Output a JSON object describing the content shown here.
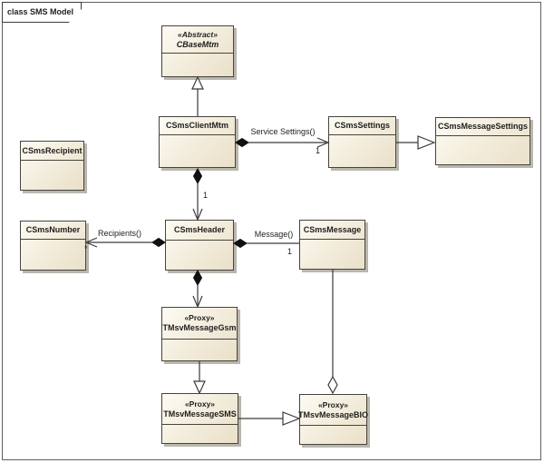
{
  "diagram": {
    "title": "class SMS Model",
    "type": "uml-class-diagram"
  },
  "colors": {
    "box_fill_light": "#fdfbf3",
    "box_fill_dark": "#eae0c9",
    "box_border": "#45443e",
    "box_shadow": "#b9b7ae",
    "connector_line": "#3a3a38",
    "frame_border": "#5f5f5f",
    "background": "#ffffff"
  },
  "classes": [
    {
      "name": "CBaseMtm",
      "stereotype": "«Abstract»"
    },
    {
      "name": "CSmsClientMtm"
    },
    {
      "name": "CSmsSettings"
    },
    {
      "name": "CSmsMessageSettings"
    },
    {
      "name": "CSmsRecipient"
    },
    {
      "name": "CSmsNumber"
    },
    {
      "name": "CSmsHeader"
    },
    {
      "name": "CSmsMessage"
    },
    {
      "name": "TMsvMessageGsm",
      "stereotype": "«Proxy»"
    },
    {
      "name": "TMsvMessageSMS",
      "stereotype": "«Proxy»"
    },
    {
      "name": "TMsvMessageBIO",
      "stereotype": "«Proxy»"
    }
  ],
  "relationships": [
    {
      "from": "CSmsClientMtm",
      "to": "CBaseMtm",
      "type": "generalization"
    },
    {
      "from": "CSmsClientMtm",
      "to": "CSmsSettings",
      "type": "composition",
      "label": "Service Settings()",
      "target_multiplicity": "1"
    },
    {
      "from": "CSmsSettings",
      "to": "CSmsMessageSettings",
      "type": "generalization"
    },
    {
      "from": "CSmsClientMtm",
      "to": "CSmsHeader",
      "type": "composition",
      "target_multiplicity": "1"
    },
    {
      "from": "CSmsHeader",
      "to": "CSmsNumber",
      "type": "composition",
      "label": "Recipients()",
      "target_multiplicity": "*"
    },
    {
      "from": "CSmsHeader",
      "to": "CSmsMessage",
      "type": "composition",
      "label": "Message()",
      "target_multiplicity": "1"
    },
    {
      "from": "CSmsHeader",
      "to": "TMsvMessageGsm",
      "type": "composition"
    },
    {
      "from": "TMsvMessageGsm",
      "to": "TMsvMessageSMS",
      "type": "generalization"
    },
    {
      "from": "TMsvMessageSMS",
      "to": "TMsvMessageBIO",
      "type": "generalization"
    },
    {
      "from": "TMsvMessageBIO",
      "to": "CSmsMessage",
      "type": "aggregation"
    }
  ],
  "edge_labels": {
    "service_settings": "Service Settings()",
    "service_settings_mult": "1",
    "header_comp_mult": "1",
    "recipients": "Recipients()",
    "recipients_mult": "*",
    "message": "Message()",
    "message_mult": "1"
  }
}
